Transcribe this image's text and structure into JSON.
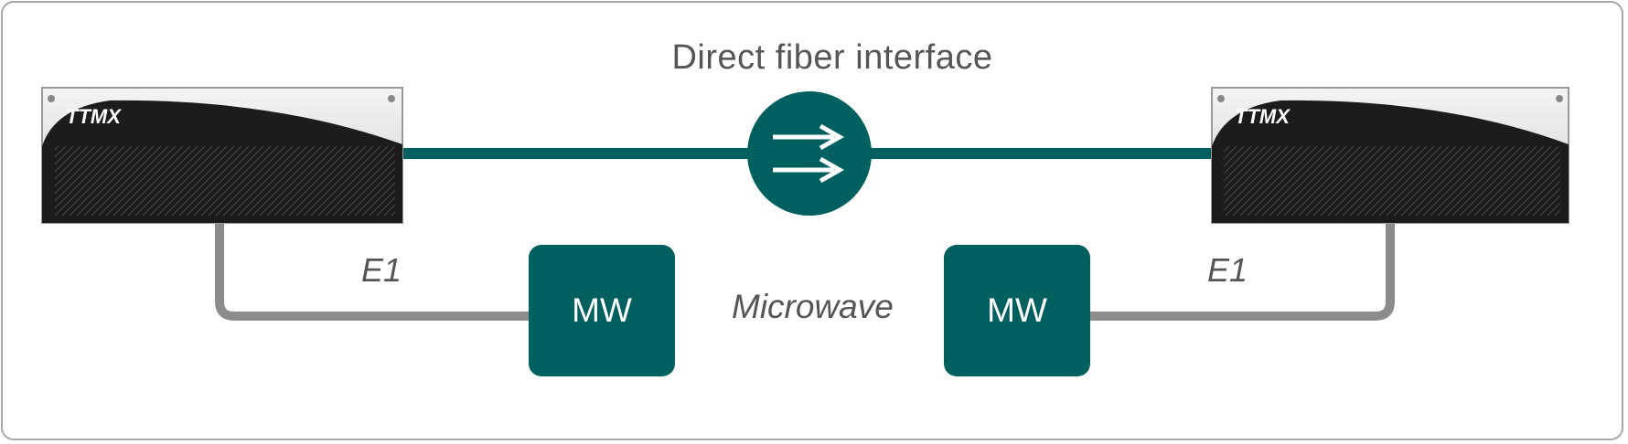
{
  "diagram": {
    "title": "Direct fiber interface",
    "left_device_brand": "TTMX",
    "right_device_brand": "TTMX",
    "left_link_label": "E1",
    "right_link_label": "E1",
    "left_box_label": "MW",
    "right_box_label": "MW",
    "middle_caption": "Microwave"
  },
  "colors": {
    "teal": "#005f5f",
    "gray_line": "#8c8c8c",
    "text": "#555555"
  },
  "icons": {
    "fiber_symbol": "double-right-arrow-icon"
  }
}
